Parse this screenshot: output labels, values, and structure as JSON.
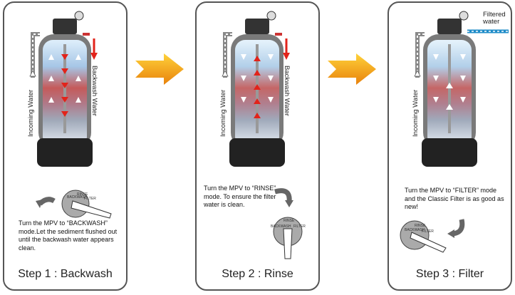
{
  "colors": {
    "accent_arrow": "#f4a21a",
    "border": "#555555",
    "flow_red": "#e2231a"
  },
  "steps": [
    {
      "title": "Step 1 : Backwash",
      "incoming_label": "Incoming Water",
      "outgoing_label": "Backwash Water",
      "instruction": "Turn the MPV to “BACKWASH” mode.Let the sediment flushed out until the backwash water appears clean.",
      "valve_labels": [
        "BACKWASH",
        "RINSE",
        "FILTER"
      ]
    },
    {
      "title": "Step 2 : Rinse",
      "incoming_label": "Incoming Water",
      "outgoing_label": "Backwash Water",
      "instruction": "Turn the MPV to “RINSE” mode. To ensure the filter water is clean.",
      "valve_labels": [
        "BACKWASH",
        "RINSE",
        "FILTER"
      ]
    },
    {
      "title": "Step 3 : Filter",
      "incoming_label": "Incoming Water",
      "outgoing_label": "Filtered water",
      "instruction": "Turn the MPV to “FILTER” mode and the Classic Filter is as good as new!",
      "valve_labels": [
        "BACKWASH",
        "RINSE",
        "FILTER"
      ]
    }
  ]
}
